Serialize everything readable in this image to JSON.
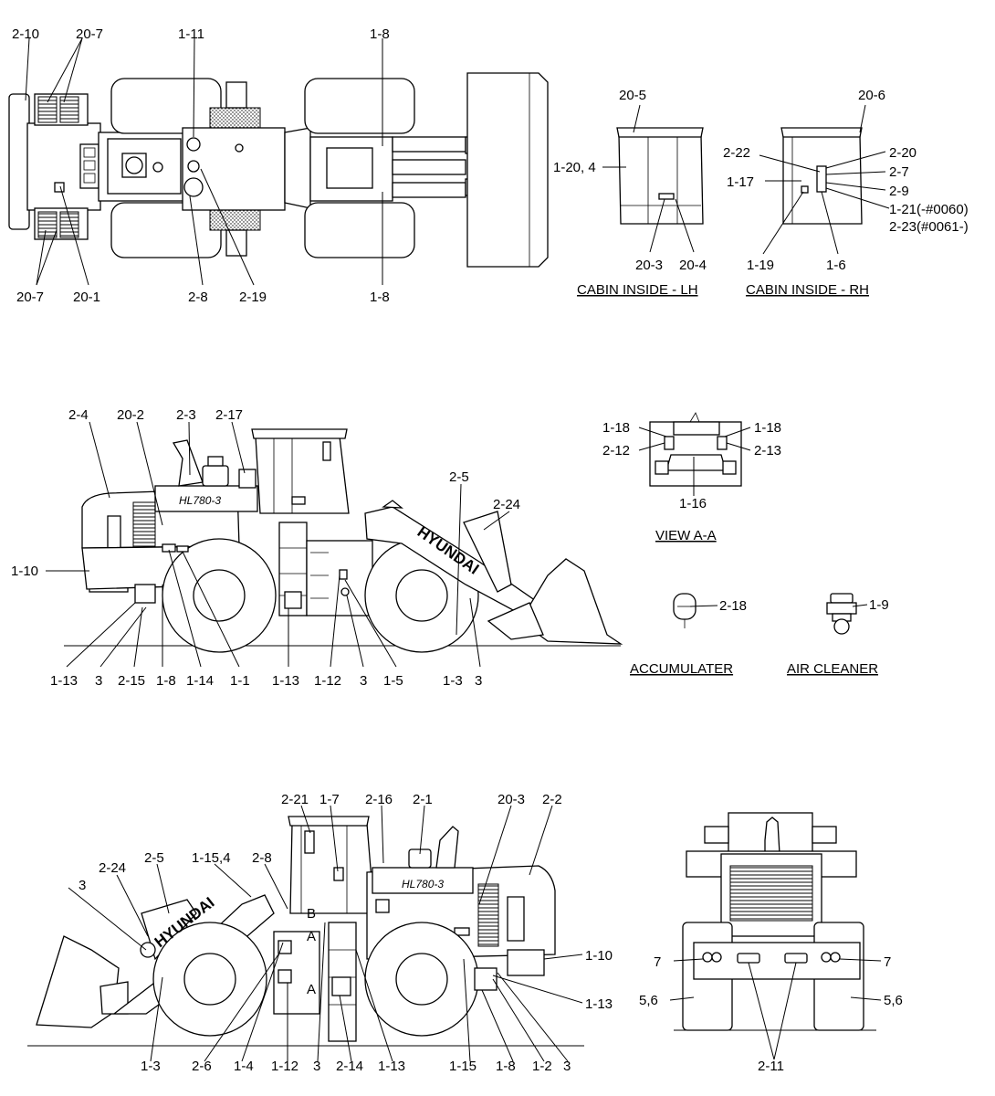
{
  "views": {
    "cabin_lh": "CABIN INSIDE - LH",
    "cabin_rh": "CABIN INSIDE - RH",
    "view_aa": "VIEW A-A",
    "accumulator": "ACCUMULATER",
    "air_cleaner": "AIR CLEANER"
  },
  "branding": {
    "maker": "HYUNDAI",
    "model": "HL780-3"
  },
  "section_marks": [
    "A",
    "A",
    "B"
  ],
  "callouts": {
    "top": [
      "2-10",
      "20-7",
      "1-11",
      "1-8",
      "20-7",
      "20-1",
      "2-8",
      "2-19",
      "1-8"
    ],
    "cabin_lh": [
      "20-5",
      "1-20, 4",
      "20-3",
      "20-4"
    ],
    "cabin_rh": [
      "20-6",
      "2-22",
      "2-20",
      "2-7",
      "1-17",
      "2-9",
      "1-21(-#0060)",
      "2-23(#0061-)",
      "1-19",
      "1-6"
    ],
    "view_aa": [
      "1-18",
      "1-18",
      "2-12",
      "2-13",
      "1-16"
    ],
    "left_side": [
      "2-4",
      "20-2",
      "2-3",
      "2-17",
      "2-5",
      "2-24",
      "1-10",
      "1-13",
      "3",
      "2-15",
      "1-8",
      "1-14",
      "1-1",
      "1-13",
      "1-12",
      "3",
      "1-5",
      "1-3",
      "3"
    ],
    "accumulator": [
      "2-18"
    ],
    "air_cleaner": [
      "1-9"
    ],
    "right_side": [
      "2-21",
      "1-7",
      "2-16",
      "2-1",
      "20-3",
      "2-2",
      "2-24",
      "2-5",
      "1-15,4",
      "2-8",
      "3",
      "1-10",
      "1-13",
      "1-3",
      "2-6",
      "1-4",
      "1-12",
      "3",
      "2-14",
      "1-13",
      "1-15",
      "1-8",
      "1-2",
      "3"
    ],
    "rear": [
      "7",
      "7",
      "5,6",
      "5,6",
      "2-11"
    ]
  }
}
